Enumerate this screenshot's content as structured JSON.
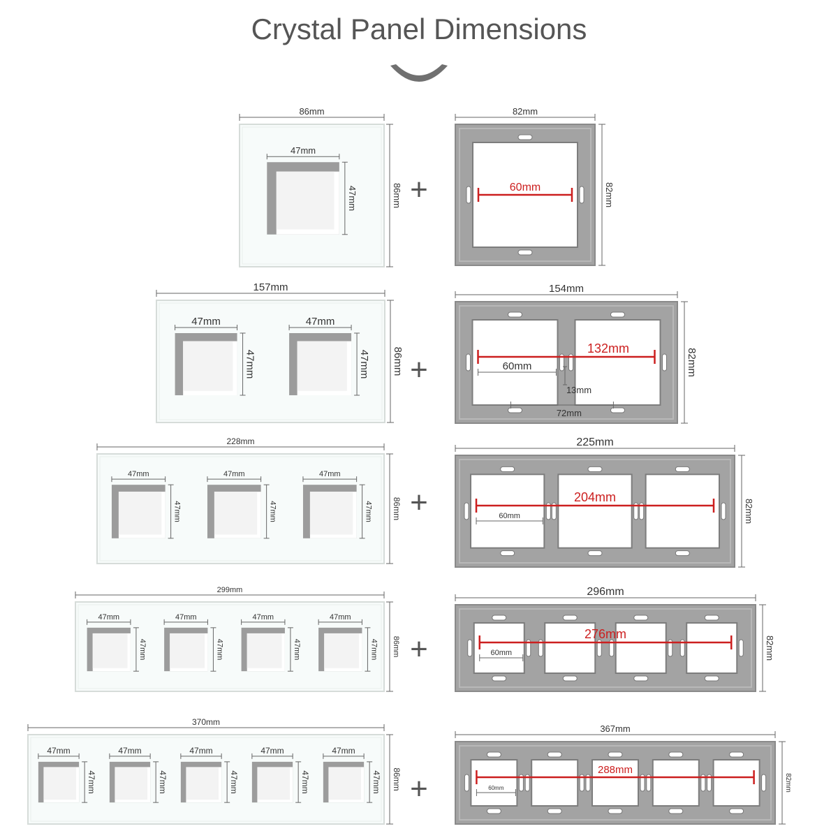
{
  "title": "Crystal Panel Dimensions",
  "icons": {
    "divider": "chevron-down-icon",
    "plus": "plus-icon"
  },
  "colors": {
    "glass": "#f7fbfa",
    "glass_edge": "#d6dcd9",
    "frame": "#a3a3a3",
    "dimension_red": "#cc1f1f"
  },
  "plus_symbol": "+",
  "rows": [
    {
      "glass": {
        "width": "86mm",
        "height": "86mm",
        "opening_w": "47mm",
        "opening_h": "47mm",
        "openings": 1
      },
      "frame": {
        "width": "82mm",
        "height": "82mm",
        "span": "60mm",
        "windows": 1
      }
    },
    {
      "glass": {
        "width": "157mm",
        "height": "86mm",
        "opening_w": "47mm",
        "opening_h": "47mm",
        "openings": 2
      },
      "frame": {
        "width": "154mm",
        "height": "82mm",
        "span": "132mm",
        "unit_span": "60mm",
        "gap": "13mm",
        "pitch": "72mm",
        "windows": 2
      }
    },
    {
      "glass": {
        "width": "228mm",
        "height": "86mm",
        "opening_w": "47mm",
        "opening_h": "47mm",
        "openings": 3
      },
      "frame": {
        "width": "225mm",
        "height": "82mm",
        "span": "204mm",
        "unit_span": "60mm",
        "windows": 3
      }
    },
    {
      "glass": {
        "width": "299mm",
        "height": "86mm",
        "opening_w": "47mm",
        "opening_h": "47mm",
        "openings": 4
      },
      "frame": {
        "width": "296mm",
        "height": "82mm",
        "span": "276mm",
        "unit_span": "60mm",
        "windows": 4
      }
    },
    {
      "glass": {
        "width": "370mm",
        "height": "86mm",
        "opening_w": "47mm",
        "opening_h": "47mm",
        "openings": 5
      },
      "frame": {
        "width": "367mm",
        "height": "82mm",
        "span": "288mm",
        "unit_span": "60mm",
        "windows": 5
      }
    }
  ]
}
